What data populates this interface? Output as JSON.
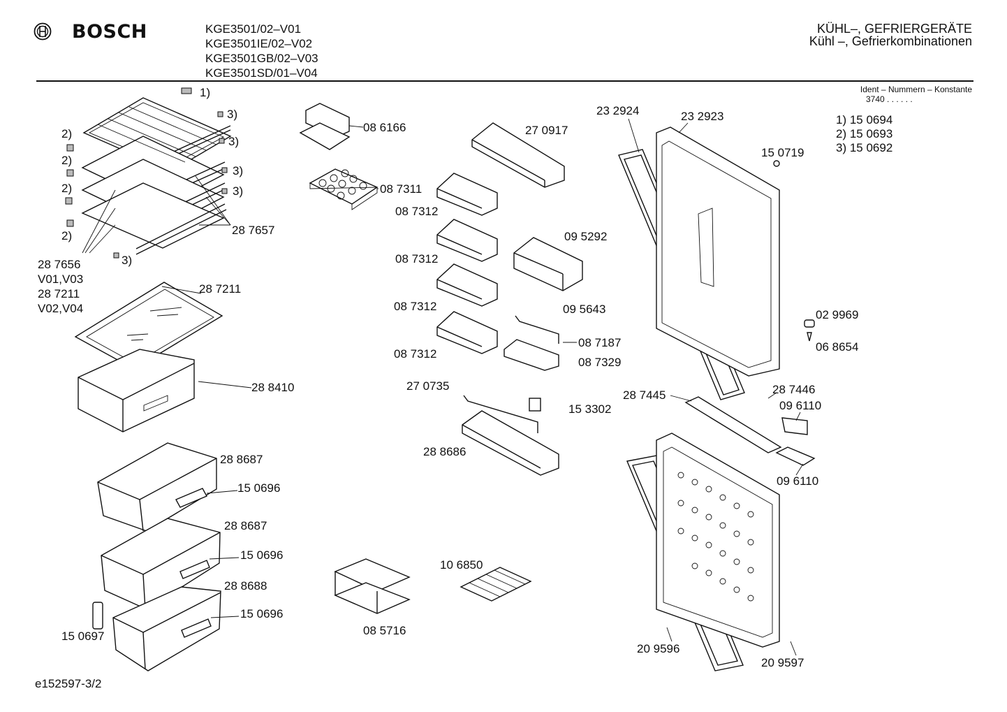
{
  "header": {
    "brand": "BOSCH",
    "models": [
      "KGE3501/02–V01",
      "KGE3501IE/02–V02",
      "KGE3501GB/02–V03",
      "KGE3501SD/01–V04"
    ],
    "title_line1": "KÜHL–, GEFRIERGERÄTE",
    "title_line2": "Kühl –, Gefrierkombinationen"
  },
  "ident": {
    "label": "Ident – Nummern – Konstante",
    "value": "3740 . . . . . .",
    "items": [
      "1) 15 0694",
      "2) 15 0693",
      "3) 15 0692"
    ]
  },
  "footer": {
    "doc_id": "e152597-3/2"
  },
  "parts": {
    "p1": "1)",
    "p3a": "3)",
    "p3b": "3)",
    "p3c": "3)",
    "p3d": "3)",
    "p3e": "3)",
    "p2a": "2)",
    "p2b": "2)",
    "p2c": "2)",
    "p2d": "2)",
    "p287657": "28 7657",
    "variant_a": "28 7656",
    "variant_b": "V01,V03",
    "variant_c": "28 7211",
    "variant_d": "V02,V04",
    "p287211": "28 7211",
    "p288410": "28 8410",
    "p288687a": "28 8687",
    "p150696a": "15 0696",
    "p288687b": "28 8687",
    "p150696b": "15 0696",
    "p288688": "28 8688",
    "p150696c": "15 0696",
    "p150697": "15 0697",
    "p086166": "08 6166",
    "p087311": "08 7311",
    "p270917": "27 0917",
    "p087312a": "08 7312",
    "p087312b": "08 7312",
    "p087312c": "08 7312",
    "p087312d": "08 7312",
    "p095292": "09 5292",
    "p095643": "09 5643",
    "p087187": "08 7187",
    "p087329": "08 7329",
    "p270735": "27 0735",
    "p153302": "15 3302",
    "p288686": "28 8686",
    "p106850": "10 6850",
    "p085716": "08 5716",
    "p232924": "23 2924",
    "p232923": "23 2923",
    "p150719": "15 0719",
    "p029969": "02 9969",
    "p068654": "06 8654",
    "p287445": "28 7445",
    "p287446": "28 7446",
    "p096110a": "09 6110",
    "p096110b": "09 6110",
    "p209596": "20 9596",
    "p209597": "20 9597"
  }
}
